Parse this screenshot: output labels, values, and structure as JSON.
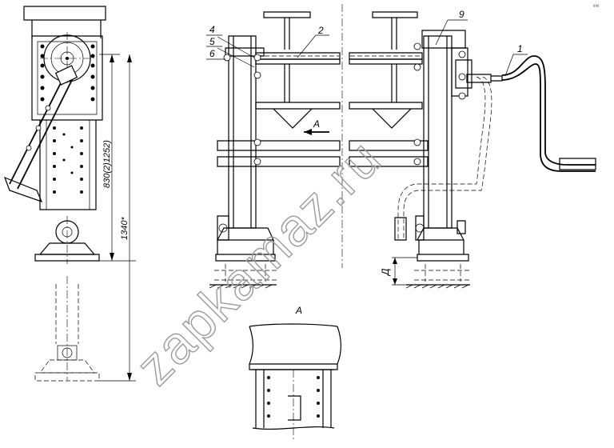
{
  "labels": {
    "part_1": "1",
    "part_2": "2",
    "part_4": "4",
    "part_5": "5",
    "part_6": "6",
    "part_9": "9",
    "view_arrow": "A",
    "view_title": "A",
    "height_symbol": "Д"
  },
  "dimensions": {
    "inner_height": "830(2)1252)",
    "overall_height": "1340*"
  },
  "corner_mark": "⁶⁶⁶",
  "watermark": "zapkamaz.ru"
}
